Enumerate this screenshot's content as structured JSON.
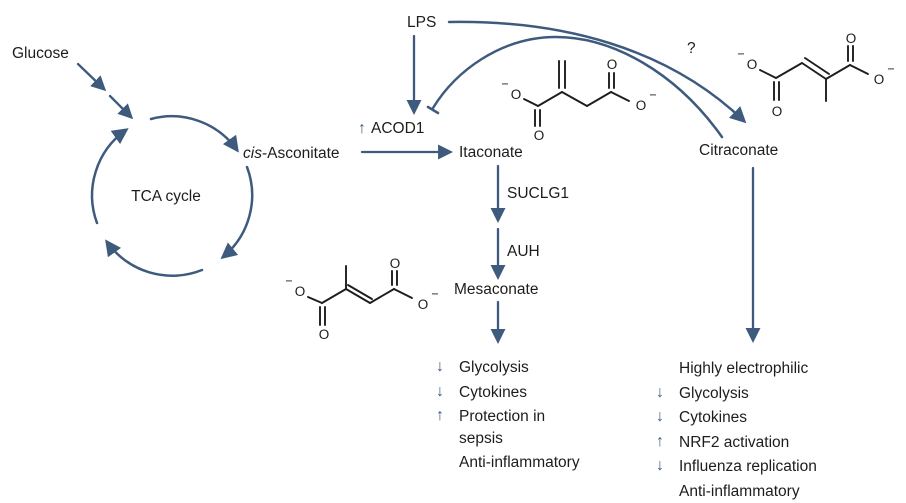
{
  "colors": {
    "arrow": "#3e5b7e",
    "ink": "#1d1d1b",
    "bond": "#1d1d1b",
    "bg": "#ffffff"
  },
  "nodes": {
    "glucose": "Glucose",
    "tca_cycle": "TCA cycle",
    "cis_aconitate": {
      "prefix": "cis",
      "suffix": "-Asconitate"
    },
    "lps": "LPS",
    "acod1": {
      "arrow": "↑",
      "label": "ACOD1"
    },
    "itaconate": "Itaconate",
    "suclg1": "SUCLG1",
    "auh": "AUH",
    "mesaconate": "Mesaconate",
    "citraconate": "Citraconate",
    "question": "?"
  },
  "edges": [
    {
      "from": "Glucose",
      "to": "TCA cycle",
      "style": "arrow"
    },
    {
      "from": "TCA cycle",
      "to": "cis-Asconitate",
      "style": "arrow"
    },
    {
      "from": "cis-Asconitate",
      "to": "Itaconate",
      "style": "arrow",
      "enzyme": "ACOD1 ↑"
    },
    {
      "from": "LPS",
      "to": "ACOD1",
      "style": "arrow"
    },
    {
      "from": "LPS",
      "to": "Citraconate",
      "style": "arrow",
      "label": "?"
    },
    {
      "from": "Citraconate",
      "to": "ACOD1",
      "style": "inhibition"
    },
    {
      "from": "Itaconate",
      "to": "Mesaconate",
      "style": "arrow",
      "enzymes": [
        "SUCLG1",
        "AUH"
      ]
    },
    {
      "from": "Mesaconate",
      "to": "effects-list",
      "style": "arrow"
    },
    {
      "from": "Citraconate",
      "to": "effects-list",
      "style": "arrow"
    }
  ],
  "effects": {
    "mesaconate": [
      {
        "icon": "↓",
        "label": "Glycolysis"
      },
      {
        "icon": "↓",
        "label": "Cytokines"
      },
      {
        "icon": "↑",
        "label": "Protection in sepsis"
      },
      {
        "icon": "",
        "label": "Anti-inflammatory"
      }
    ],
    "citraconate": [
      {
        "icon": "",
        "label": "Highly electrophilic"
      },
      {
        "icon": "↓",
        "label": "Glycolysis"
      },
      {
        "icon": "↓",
        "label": "Cytokines"
      },
      {
        "icon": "↑",
        "label": "NRF2 activation"
      },
      {
        "icon": "↓",
        "label": "Influenza replication"
      },
      {
        "icon": "",
        "label": "Anti-inflammatory"
      }
    ]
  },
  "molecules": {
    "itaconate": {
      "atoms": {
        "o_left": "O",
        "o_left_charge": "−",
        "o_bottom": "O",
        "o_top": "O",
        "o_right": "O",
        "o_right_charge": "−"
      }
    },
    "citraconate": {
      "atoms": {
        "o_left": "O",
        "o_left_charge": "−",
        "o_bottom": "O",
        "o_top": "O",
        "o_right": "O",
        "o_right_charge": "−"
      }
    },
    "mesaconate": {
      "atoms": {
        "o_left": "O",
        "o_left_charge": "−",
        "o_bottom": "O",
        "o_top": "O",
        "o_right": "O",
        "o_right_charge": "−"
      }
    }
  }
}
